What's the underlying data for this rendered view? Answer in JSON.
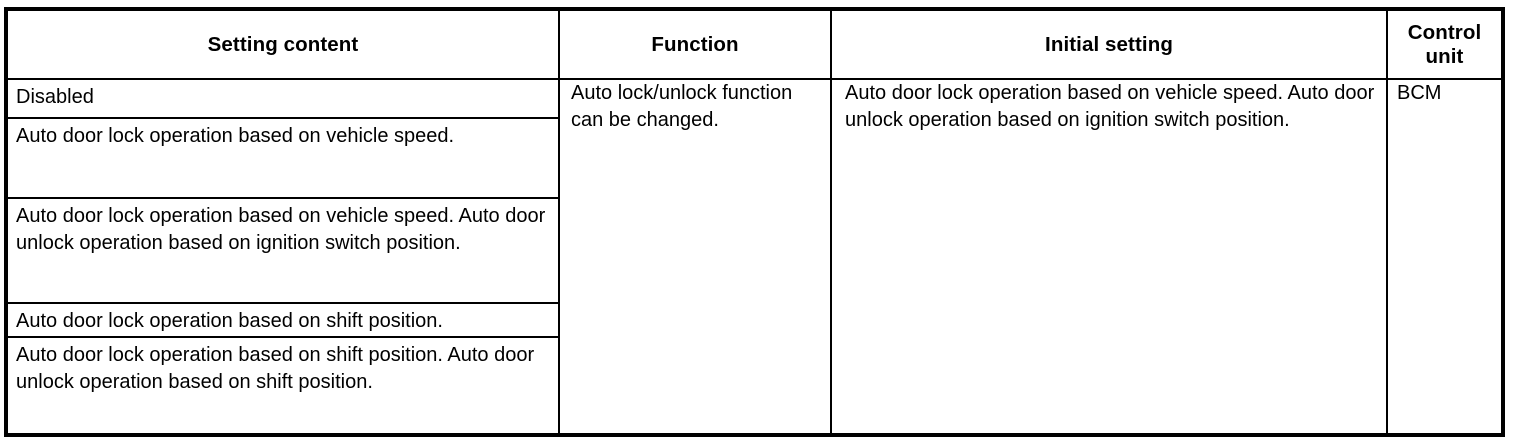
{
  "table": {
    "headers": [
      {
        "id": "setting-content",
        "label": "Setting content"
      },
      {
        "id": "function",
        "label": "Function"
      },
      {
        "id": "initial-setting",
        "label": "Initial setting"
      },
      {
        "id": "control-unit",
        "label": "Control unit"
      }
    ],
    "setting_content_rows": [
      "Disabled",
      "Auto door lock operation based on vehicle speed.",
      "Auto door lock operation based on vehicle speed. Auto door unlock operation based on ignition switch position.",
      "Auto door lock operation based on shift position.",
      "Auto door lock operation based on shift position. Auto door unlock operation based on shift position."
    ],
    "function": "Auto lock/unlock function can be changed.",
    "initial_setting": "Auto door lock operation based on vehicle speed. Auto door unlock operation based on ignition switch position.",
    "control_unit": "BCM"
  },
  "colors": {
    "border": "#000000",
    "text": "#000000",
    "background": "#ffffff"
  }
}
